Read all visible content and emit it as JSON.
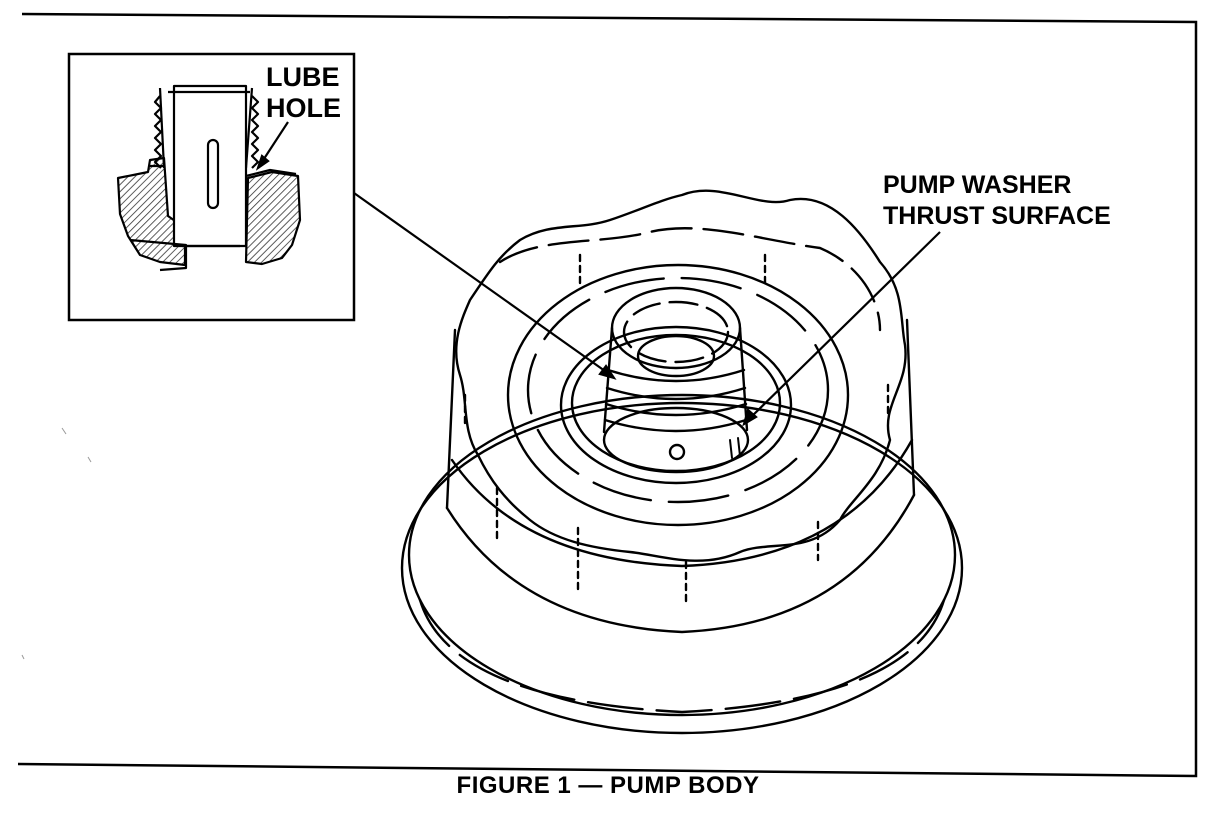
{
  "figure": {
    "caption": "FIGURE 1 — PUMP BODY",
    "inset_label_lines": [
      "LUBE",
      "HOLE"
    ],
    "main_label_lines": [
      "PUMP WASHER",
      "THRUST SURFACE"
    ]
  },
  "colors": {
    "ink": "#000000",
    "paper": "#ffffff",
    "hatch": "#333333"
  }
}
